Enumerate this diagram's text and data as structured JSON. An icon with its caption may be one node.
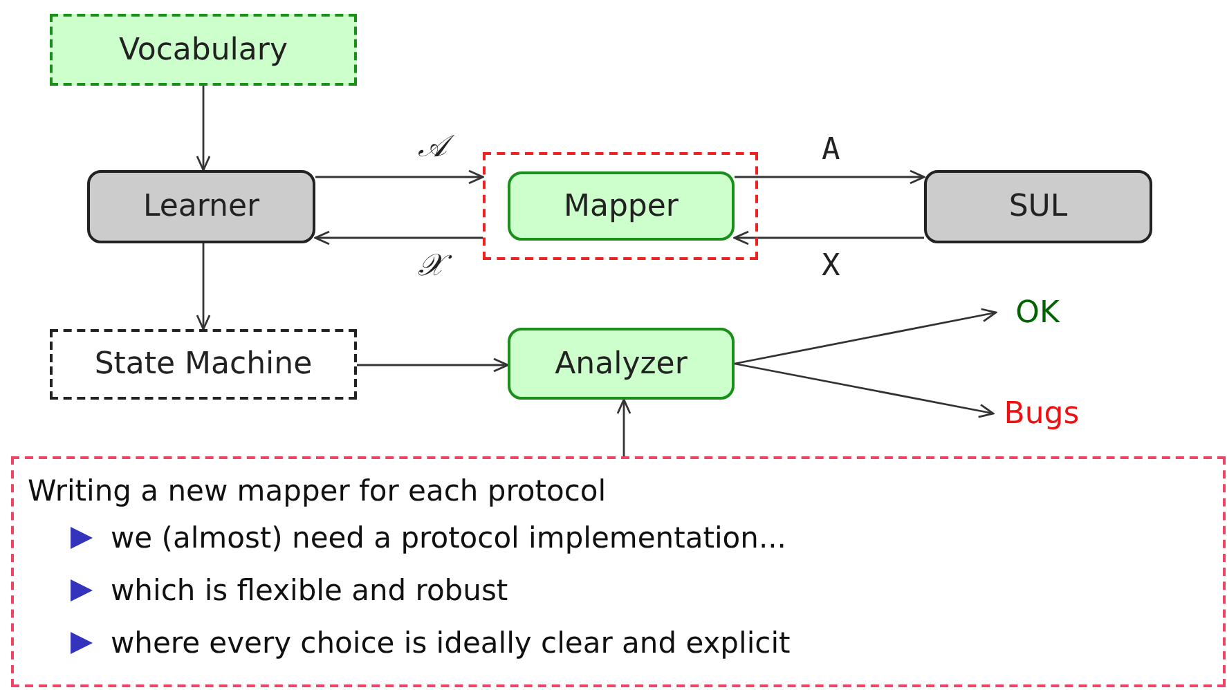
{
  "diagram": {
    "nodes": [
      {
        "text": [
          "Vocabulary"
        ]
      },
      {
        "text": [
          "Learner"
        ]
      },
      {
        "text": [],
        "shape": "box"
      },
      {
        "text": [
          "Mapper"
        ],
        "in": 2
      },
      {
        "text": [
          "SUL"
        ]
      },
      {
        "text": [
          "State Machine"
        ]
      },
      {
        "text": [
          "Analyzer"
        ]
      },
      {
        "text": [
          "OK"
        ]
      },
      {
        "text": [
          "Bugs"
        ]
      },
      {
        "text": [
          "Writing a new mapper for each protocol",
          "we (almost) need a protocol implementation...",
          "which is flexible and robust",
          "where every choice is ideally clear and explicit"
        ]
      }
    ],
    "edges": [
      {
        "from": 0,
        "to": 1,
        "arrow": "to"
      },
      {
        "from": 1,
        "to": 2,
        "label": "𝒜",
        "arrow": "to"
      },
      {
        "from": 3,
        "to": 4,
        "label": "A",
        "arrow": "to"
      },
      {
        "from": 4,
        "to": 3,
        "label": "X",
        "arrow": "to"
      },
      {
        "from": 2,
        "to": 1,
        "label": "𝒳",
        "arrow": "to"
      },
      {
        "from": 1,
        "to": 5,
        "arrow": "to"
      },
      {
        "from": 5,
        "to": 6,
        "arrow": "to"
      },
      {
        "from": 6,
        "to": 7,
        "arrow": "to"
      },
      {
        "from": 6,
        "to": 8,
        "arrow": "to"
      },
      {
        "from": 9,
        "to": 6,
        "arrow": "to"
      }
    ]
  }
}
